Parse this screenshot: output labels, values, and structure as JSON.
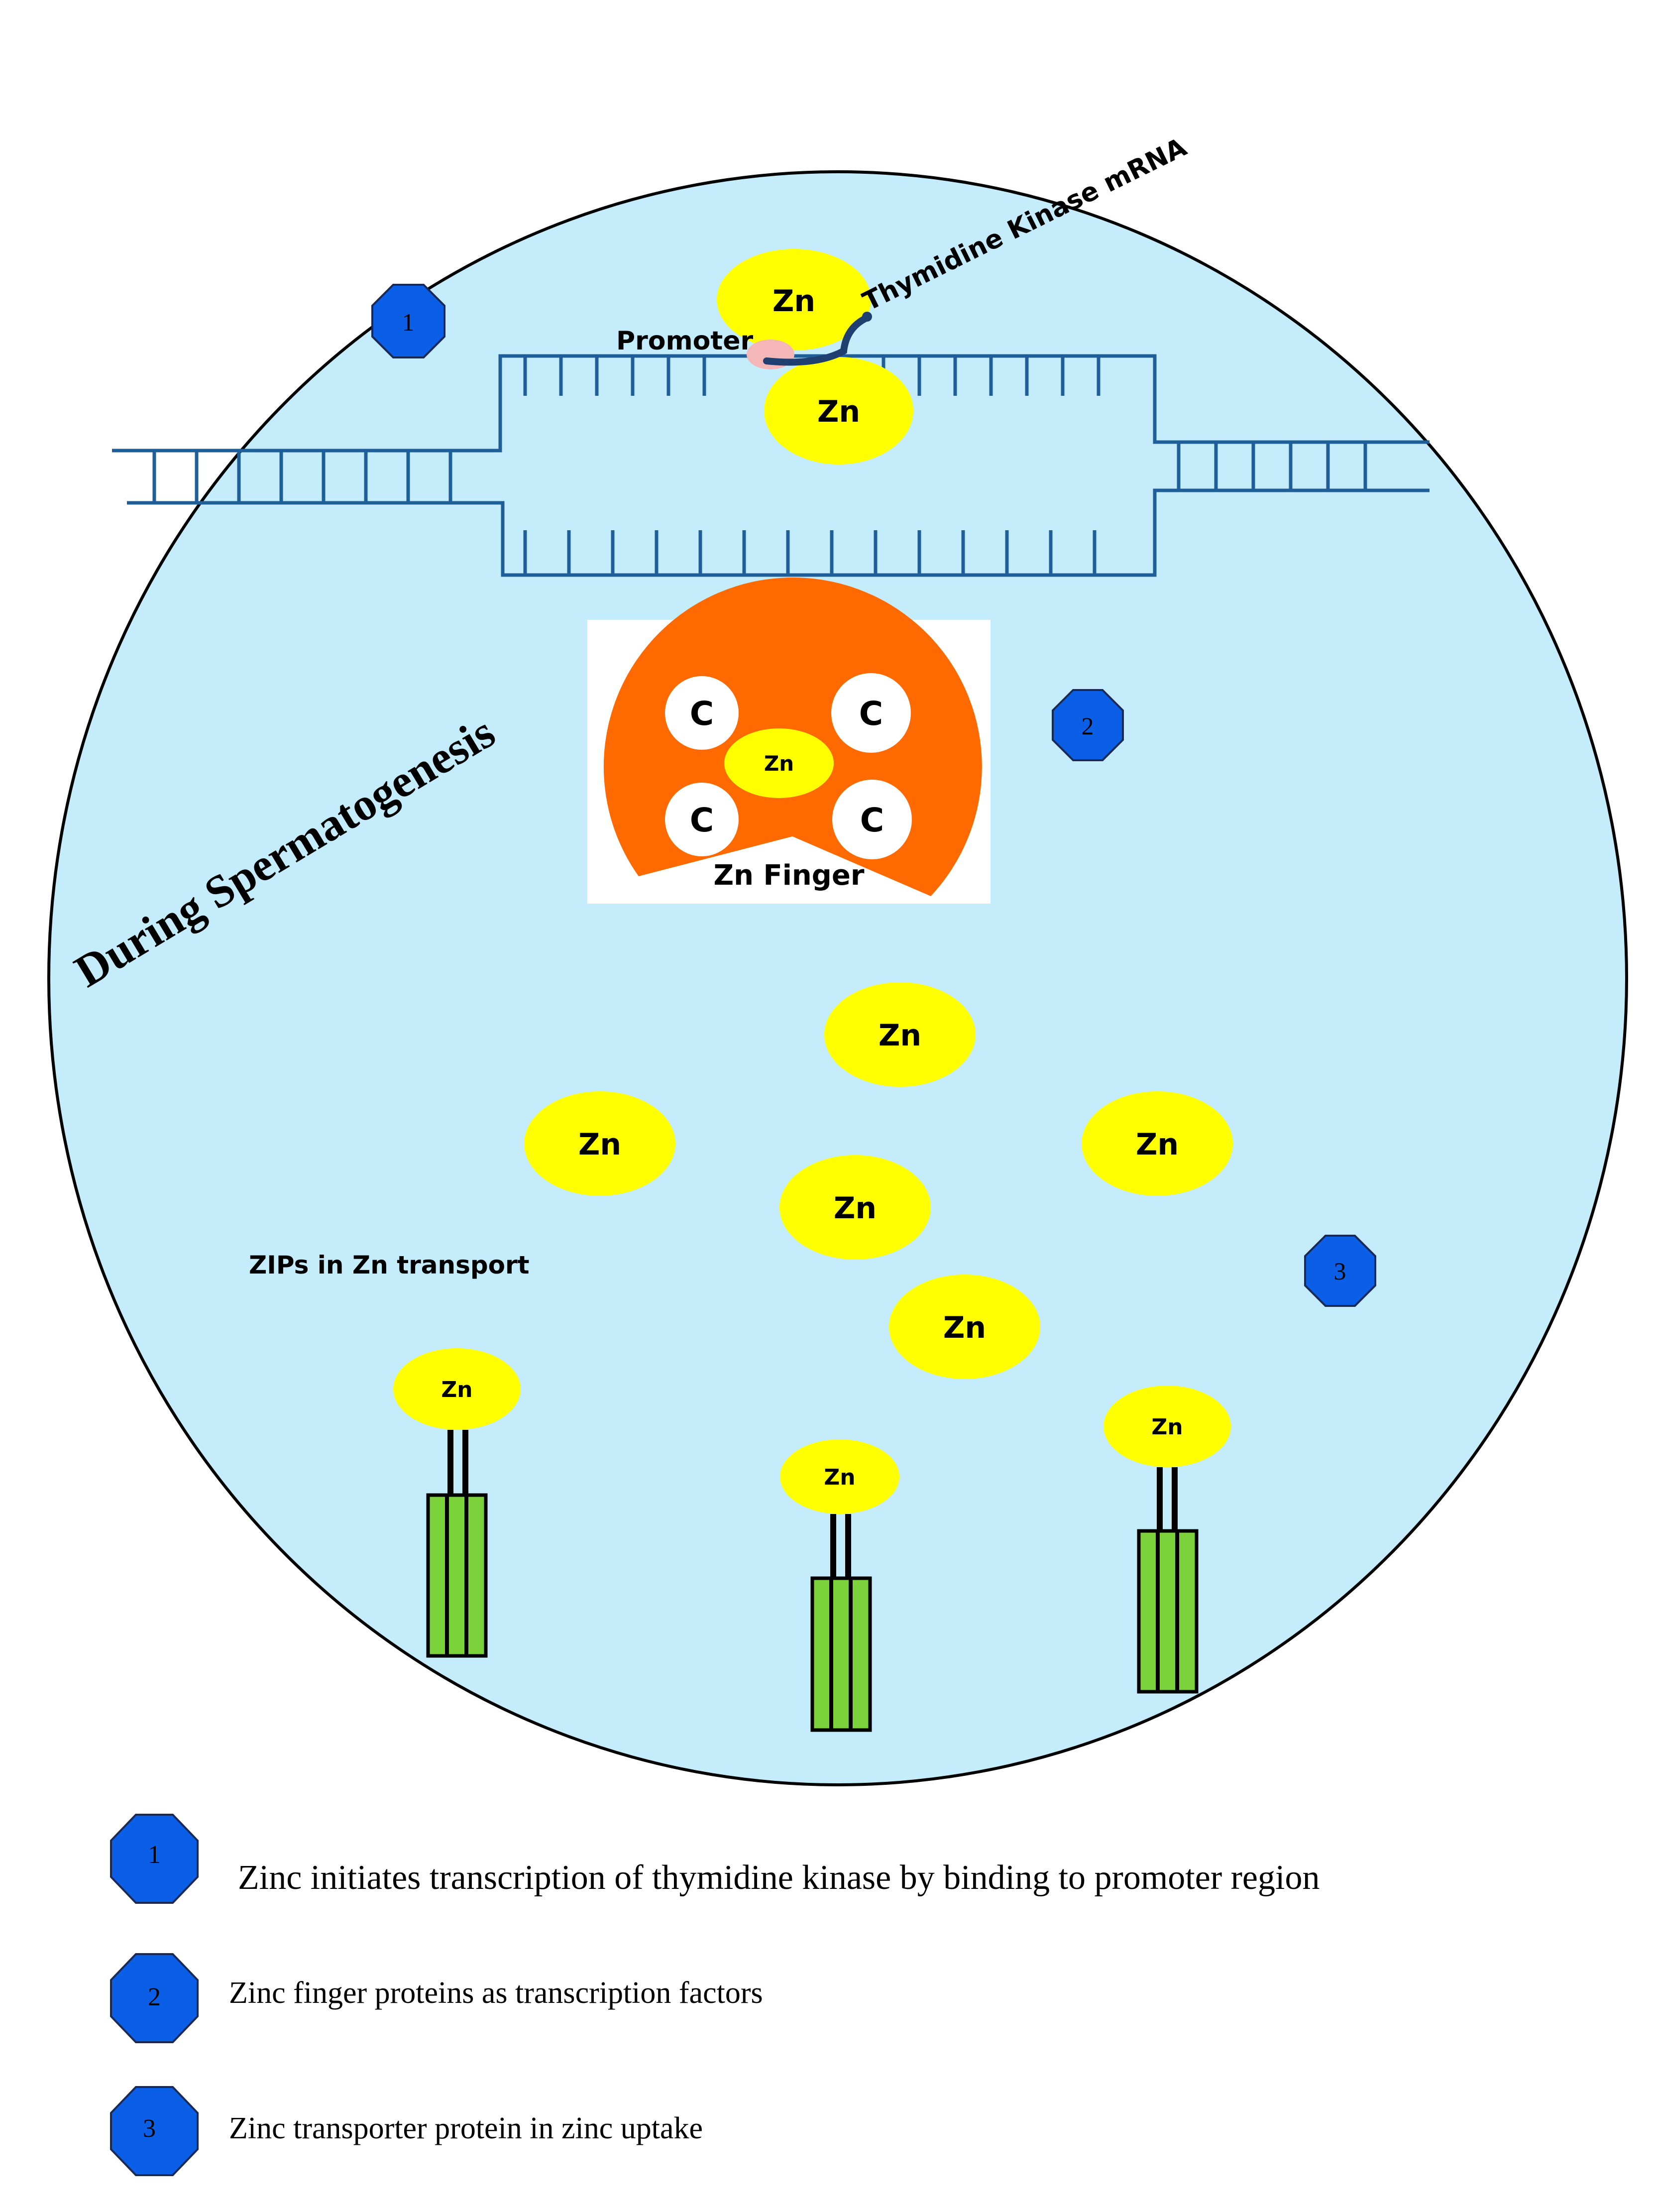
{
  "title": "During Spermatogenesis",
  "colors": {
    "cell": "#c5ecfb",
    "dna": "#1f5f99",
    "zinc": "#ffff00",
    "promoter": "#f4b6b6",
    "mrna": "#1f3f70",
    "finger": "#ff6a00",
    "marker": "#0a5fe6",
    "transporter": "#7bd23a"
  },
  "dna": {
    "promoter_label": "Promoter",
    "mrna_label": "Thymidine Kinase mRNA",
    "zinc_labels": [
      "Zn",
      "Zn"
    ]
  },
  "zinc_finger": {
    "label": "Zn Finger",
    "center_label": "Zn",
    "residue_labels": [
      "C",
      "C",
      "C",
      "C"
    ]
  },
  "free_zinc": [
    "Zn",
    "Zn",
    "Zn",
    "Zn",
    "Zn"
  ],
  "transport": {
    "label": "ZIPs in Zn transport",
    "transporters": [
      {
        "zinc_label": "Zn"
      },
      {
        "zinc_label": "Zn"
      },
      {
        "zinc_label": "Zn"
      }
    ]
  },
  "markers": [
    "1",
    "2",
    "3"
  ],
  "legend": [
    {
      "number": "1",
      "text": "Zinc initiates transcription of thymidine kinase by binding to promoter region"
    },
    {
      "number": "2",
      "text": "Zinc finger proteins as transcription factors"
    },
    {
      "number": "3",
      "text": "Zinc transporter protein in  zinc uptake"
    }
  ]
}
